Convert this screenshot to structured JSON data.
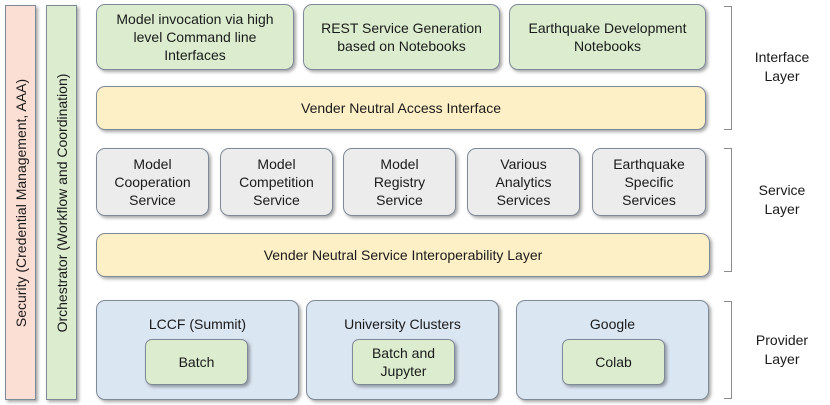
{
  "side": {
    "security": "Security (Credential Management, AAA)",
    "orchestrator": "Orchestrator (Workflow and Coordination)"
  },
  "interface": {
    "cards": [
      "Model invocation via high\nlevel Command line\nInterfaces",
      "REST Service Generation\nbased on Notebooks",
      "Earthquake Development\nNotebooks"
    ],
    "access_interface": "Vender Neutral Access Interface",
    "label": "Interface\nLayer"
  },
  "service": {
    "cards": [
      "Model\nCooperation\nService",
      "Model\nCompetition\nService",
      "Model\nRegistry\nService",
      "Various\nAnalytics\nServices",
      "Earthquake\nSpecific\nServices"
    ],
    "interop_layer": "Vender Neutral Service Interoperability Layer",
    "label": "Service\nLayer"
  },
  "provider": {
    "providers": [
      {
        "title": "LCCF (Summit)",
        "inner": "Batch"
      },
      {
        "title": "University Clusters",
        "inner": "Batch and\nJupyter"
      },
      {
        "title": "Google",
        "inner": "Colab"
      }
    ],
    "label": "Provider\nLayer"
  }
}
